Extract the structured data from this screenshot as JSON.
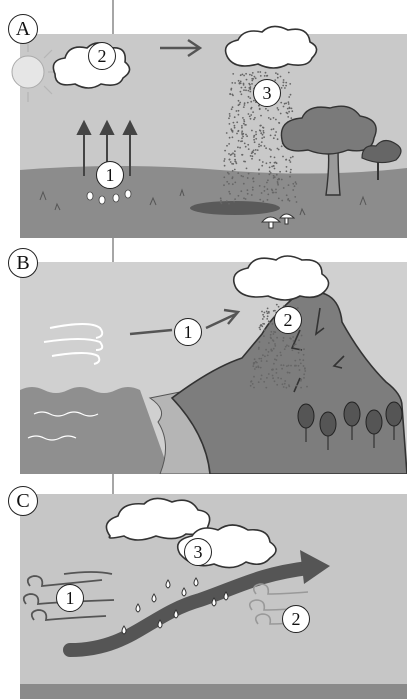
{
  "panels": [
    {
      "letter": "A",
      "callouts": [
        "1",
        "2",
        "3"
      ]
    },
    {
      "letter": "B",
      "callouts": [
        "1",
        "2"
      ]
    },
    {
      "letter": "C",
      "callouts": [
        "1",
        "2",
        "3"
      ]
    }
  ],
  "colors": {
    "sky": "#c9c9c9",
    "ground": "#8c8c8c",
    "sea": "#9a9a9a",
    "mountain": "#7d7d7d",
    "arrow_dark": "#555555",
    "cloud": "#ffffff"
  }
}
